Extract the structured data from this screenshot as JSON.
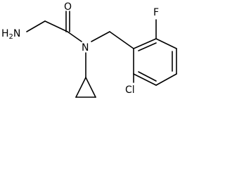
{
  "molecule": {
    "atoms": {
      "amine": "H2N",
      "amine_main": "H",
      "amine_sub": "2",
      "amine_tail": "N",
      "oxygen": "O",
      "nitrogen": "N",
      "fluorine": "F",
      "chlorine": "Cl"
    }
  }
}
